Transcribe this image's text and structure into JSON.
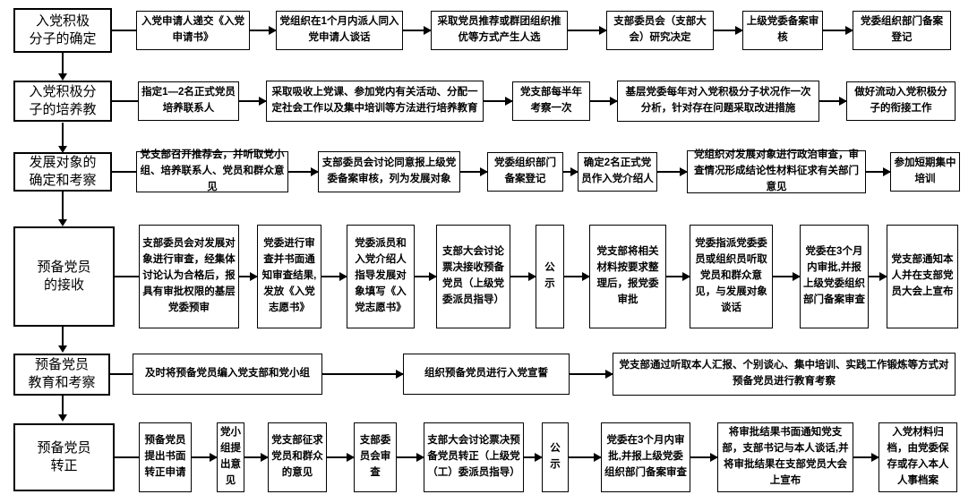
{
  "colors": {
    "border": "#000000",
    "background": "#ffffff",
    "text": "#000000"
  },
  "rows": [
    {
      "label": "入党积极\n分子的确定",
      "boxes": [
        "入党申请人递交《入党申请书》",
        "党组织在1个月内派人同入党申请人谈话",
        "采取党员推荐或群团组织推优等方式产生人选",
        "支部委员会（支部大会）研究决定",
        "上级党委备案审核",
        "党委组织部门备案登记"
      ]
    },
    {
      "label": "入党积极分\n子的培养教",
      "boxes": [
        "指定1—2名正式党员培养联系人",
        "采取吸收上党课、参加党内有关活动、分配一定社会工作以及集中培训等方法进行培养教育",
        "党支部每半年考察一次",
        "基层党委每年对入党积极分子状况作一次分析，针对存在问题采取改进措施",
        "做好流动入党积极分子的衔接工作"
      ]
    },
    {
      "label": "发展对象的\n确定和考察",
      "boxes": [
        "党支部召开推荐会，并听取党小组、培养联系人、党员和群众意见",
        "支部委员会讨论同意报上级党委备案审核，列为发展对象",
        "党委组织部门备案登记",
        "确定2名正式党员作入党介绍人",
        "党组织对发展对象进行政治审查，审查情况形成结论性材料征求有关部门意见",
        "参加短期集中培训"
      ]
    },
    {
      "label": "预备党员\n的接收",
      "boxes": [
        "支部委员会对发展对象进行审查，经集体讨论认为合格后，报具有审批权限的基层党委预审",
        "党委进行审查并书面通知审查结果,发放《入党志愿书》",
        "党委派员和入党介绍人指导发展对象填写《入党志愿书》",
        "支部大会讨论票决接收预备党员（上级党委派员指导）",
        "公示",
        "党支部将相关材料按要求整理后，报党委审批",
        "党委指派党委委员或组织员听取党员和群众意见，与发展对象谈话",
        "党委在3个月内审批,并报上级党委组织部门备案审查",
        "党支部通知本人并在支部党员大会上宣布"
      ]
    },
    {
      "label": "预备党员\n教育和考察",
      "boxes": [
        "及时将预备党员编入党支部和党小组",
        "组织预备党员进行入党宣誓",
        "党支部通过听取本人汇报、个别谈心、集中培训、实践工作锻炼等方式对预备党员进行教育考察"
      ]
    },
    {
      "label": "预备党员\n转正",
      "boxes": [
        "预备党员提出书面转正申请",
        "党小组提出意见",
        "党支部征求党员和群众的意见",
        "支部委员会审查",
        "支部大会讨论票决预备党员转正（上级党（工）委派员指导）",
        "公示",
        "党委在3个月内审批,并报上级党委组织部门备案审查",
        "将审批结果书面通知党支部，支部书记与本人谈话,并将审批结果在支部党员大会上宣布",
        "入党材料归档，由党委保存或存入本人人事档案"
      ]
    }
  ]
}
